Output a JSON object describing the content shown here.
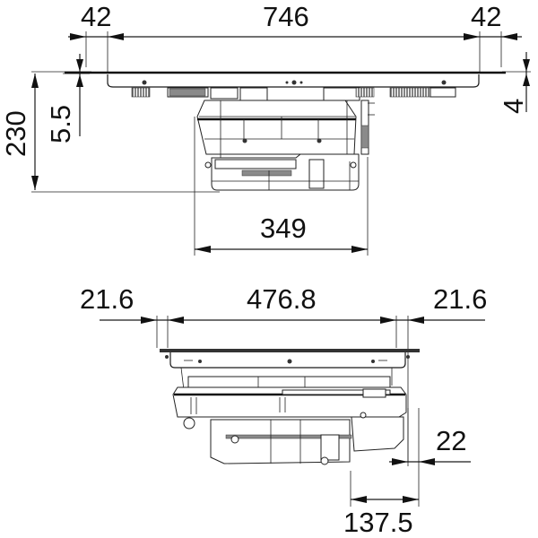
{
  "drawing": {
    "type": "technical dimension drawing",
    "subject": "built-in hob with downdraft extractor unit",
    "units": "mm",
    "text_color": "#111111",
    "line_color": "#1a1a1a",
    "background": "#ffffff"
  },
  "front_view": {
    "label": "front view (top drawing)",
    "dimensions": {
      "left_overhang": "42",
      "cutout_width": "746",
      "right_overhang": "42",
      "total_height": "230",
      "glass_thickness": "5.5",
      "frame_step": "4",
      "unit_width": "349"
    }
  },
  "side_view": {
    "label": "side view (bottom drawing)",
    "dimensions": {
      "left_overhang": "21.6",
      "cutout_depth": "476.8",
      "right_overhang": "21.6",
      "rear_clearance": "22",
      "motor_offset": "137.5"
    }
  }
}
